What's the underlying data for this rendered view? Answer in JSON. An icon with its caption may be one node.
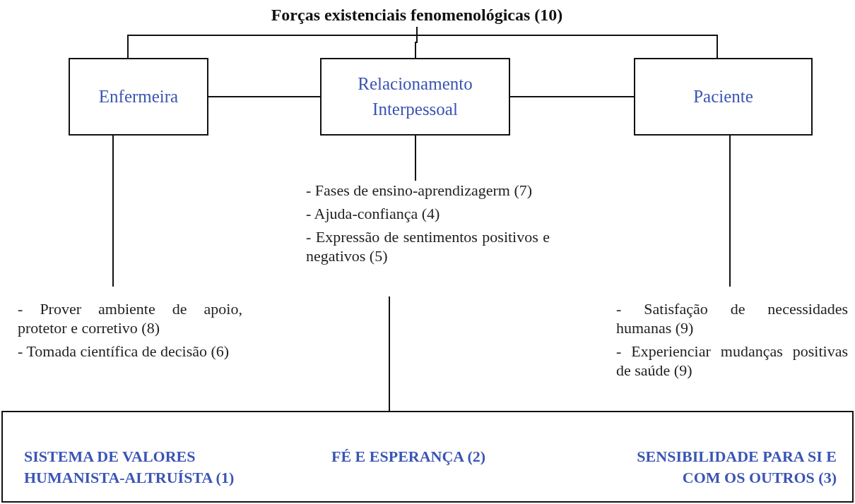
{
  "diagram": {
    "nodes": [
      {
        "text": [
          "Forças existenciais fenomenológicas (10)"
        ]
      },
      {
        "text": [
          "Enfermeira"
        ]
      },
      {
        "text": [
          "Relacionamento Interpessoal"
        ]
      },
      {
        "text": [
          "Paciente"
        ]
      },
      {
        "text": [
          "- Fases de ensino-aprendizagerm (7)",
          "- Ajuda-confiança (4)",
          "- Expressão de sentimentos positivos e negativos (5)"
        ]
      },
      {
        "text": [
          "- Prover ambiente de apoio, protetor e corretivo (8)",
          "- Tomada científica de decisão (6)"
        ]
      },
      {
        "text": [
          "- Satisfação de necessidades humanas (9)",
          "- Experienciar mudanças positivas de saúde (9)"
        ]
      },
      {
        "text": [
          "SISTEMA DE VALORES HUMANISTA-ALTRUÍSTA (1)",
          "FÉ E ESPERANÇA (2)",
          "SENSIBILIDADE PARA SI E COM OS OUTROS (3)"
        ]
      }
    ],
    "edges": [
      {
        "from": 0,
        "to": 1,
        "arrow": "none"
      },
      {
        "from": 0,
        "to": 2,
        "arrow": "none"
      },
      {
        "from": 0,
        "to": 3,
        "arrow": "none"
      },
      {
        "from": 1,
        "to": 2,
        "arrow": "none"
      },
      {
        "from": 2,
        "to": 3,
        "arrow": "none"
      },
      {
        "from": 2,
        "to": 4,
        "arrow": "none"
      },
      {
        "from": 1,
        "to": 5,
        "arrow": "none"
      },
      {
        "from": 3,
        "to": 6,
        "arrow": "none"
      },
      {
        "from": 4,
        "to": 7,
        "arrow": "none"
      }
    ]
  }
}
